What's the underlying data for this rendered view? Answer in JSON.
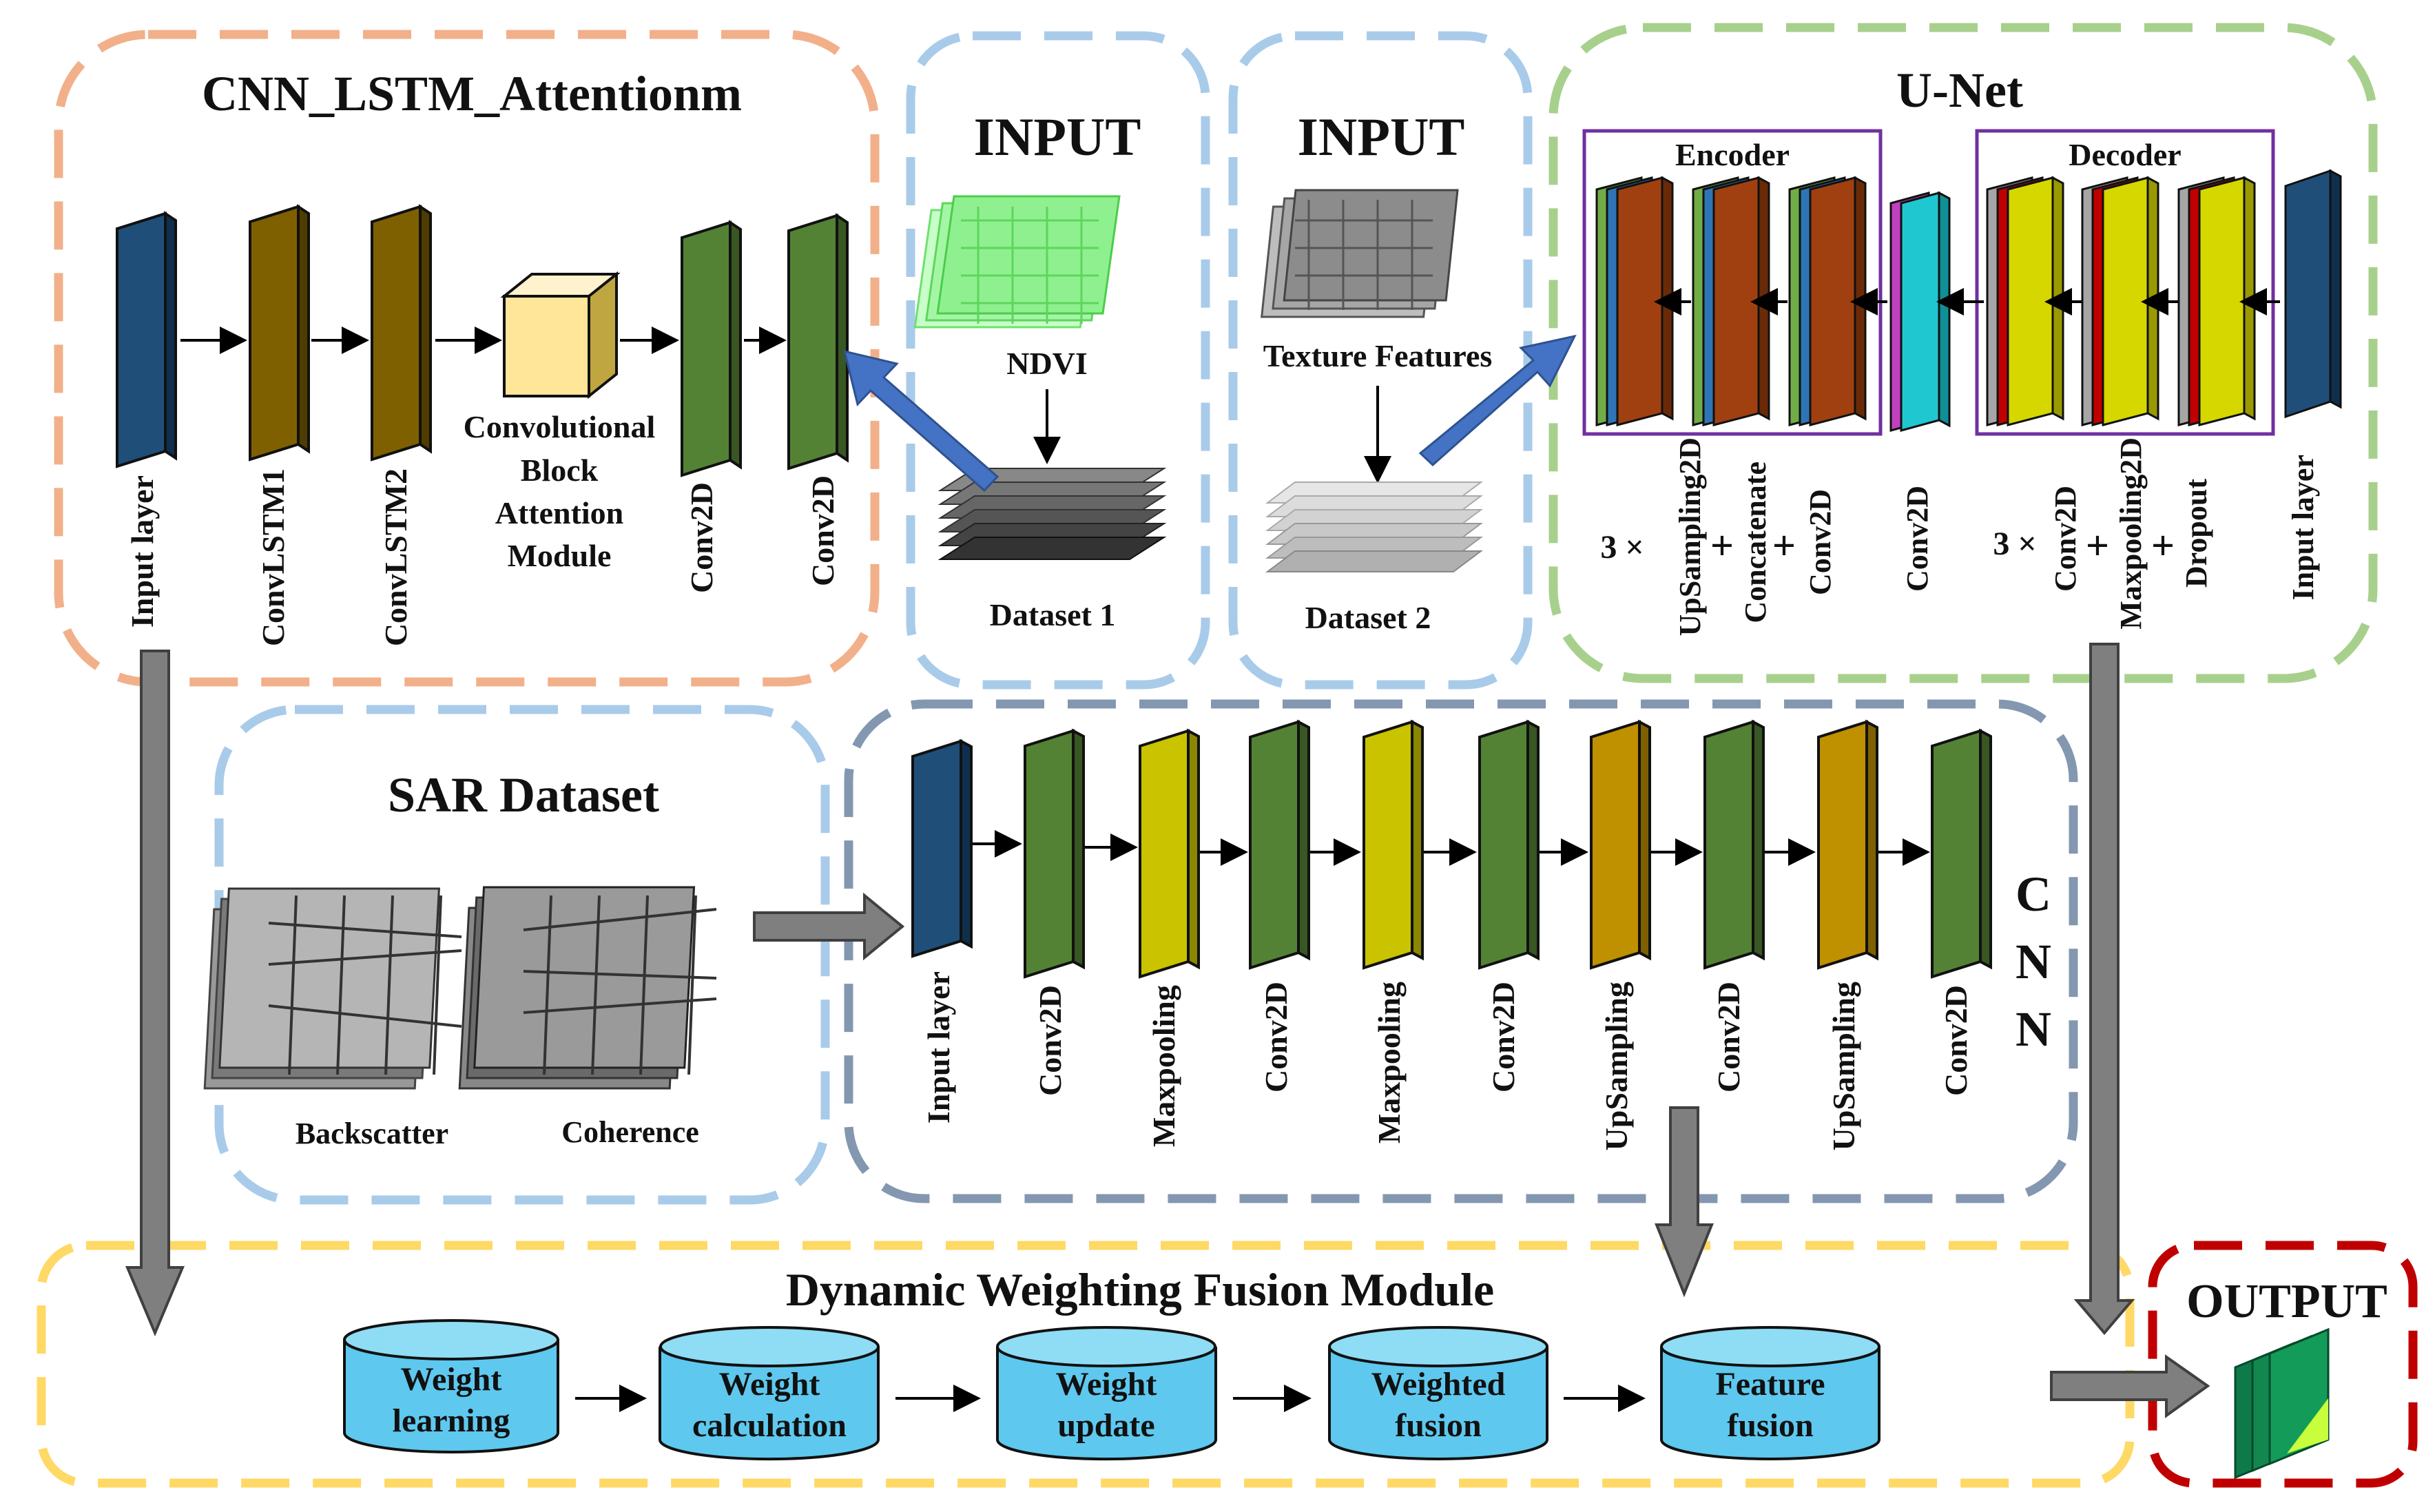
{
  "panels": {
    "cnn_lstm": {
      "title": "CNN_LSTM_Attentionm",
      "layers": [
        "Input layer",
        "ConvLSTM1",
        "ConvLSTM2",
        "Conv2D",
        "Conv2D"
      ],
      "cbam_lines": [
        "Convolutional",
        "Block",
        "Attention",
        "Module"
      ]
    },
    "input1": {
      "title": "INPUT",
      "image_label": "NDVI",
      "dataset_label": "Dataset 1"
    },
    "input2": {
      "title": "INPUT",
      "image_label": "Texture Features",
      "dataset_label": "Dataset 2"
    },
    "unet": {
      "title": "U-Net",
      "encoder_label": "Encoder",
      "decoder_label": "Decoder",
      "enc_prefix": "3 ×",
      "enc_ops": [
        "UpSampling2D",
        "Concatenate",
        "Conv2D"
      ],
      "mid_op": "Conv2D",
      "dec_prefix": "3 ×",
      "dec_ops": [
        "Conv2D",
        "Maxpooling2D",
        "Dropout"
      ],
      "input_label": "Input layer",
      "plus": "+"
    },
    "sar": {
      "title": "SAR Dataset",
      "images": [
        "Backscatter",
        "Coherence"
      ]
    },
    "cnn": {
      "side_letters": [
        "C",
        "N",
        "N"
      ],
      "layers": [
        "Input layer",
        "Conv2D",
        "Maxpooling",
        "Conv2D",
        "Maxpooling",
        "Conv2D",
        "UpSampling",
        "Conv2D",
        "UpSampling",
        "Conv2D"
      ]
    },
    "fusion": {
      "title": "Dynamic Weighting Fusion Module",
      "steps": [
        {
          "line1": "Weight",
          "line2": "learning"
        },
        {
          "line1": "Weight",
          "line2": "calculation"
        },
        {
          "line1": "Weight",
          "line2": "update"
        },
        {
          "line1": "Weighted",
          "line2": "fusion"
        },
        {
          "line1": "Feature",
          "line2": "fusion"
        }
      ]
    },
    "output": {
      "title": "OUTPUT"
    }
  },
  "colors": {
    "orange_border": "#f2b08a",
    "blue_border": "#a9cbea",
    "green_border": "#a8d08d",
    "slate_border": "#8497b0",
    "yellow_border": "#ffd966",
    "red_border": "#c00000",
    "purple_frame": "#7030a0",
    "input_blue": "#1f4e79",
    "convlstm_brown": "#7f6000",
    "conv_green": "#548235",
    "pool_yellow": "#c9c300",
    "upsample_gold": "#bf9000",
    "encoder_rust": "#a04010",
    "decoder_yellow": "#d7d700",
    "mid_cyan": "#1fc8d0",
    "cylinder_blue": "#5ec8ee",
    "arrow_blue": "#4472c4",
    "arrow_gray": "#7f7f7f"
  }
}
